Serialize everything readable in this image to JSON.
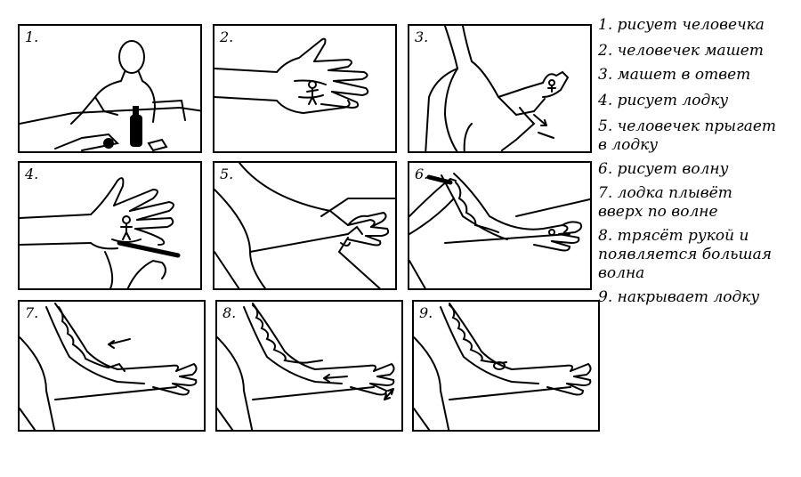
{
  "panels": [
    {
      "num": "1."
    },
    {
      "num": "2."
    },
    {
      "num": "3."
    },
    {
      "num": "4."
    },
    {
      "num": "5."
    },
    {
      "num": "6."
    },
    {
      "num": "7."
    },
    {
      "num": "8."
    },
    {
      "num": "9."
    }
  ],
  "notes": [
    "1. рисует человечка",
    "2. человечек машет",
    "3. машет в ответ",
    "4. рисует лодку",
    "5. человечек прыгает\nв лодку",
    "6. рисует волну",
    "7. лодка плывёт\nвверх по волне",
    "8. трясёт рукой и\nпоявляется большая\nволна",
    "9. накрывает лодку"
  ]
}
